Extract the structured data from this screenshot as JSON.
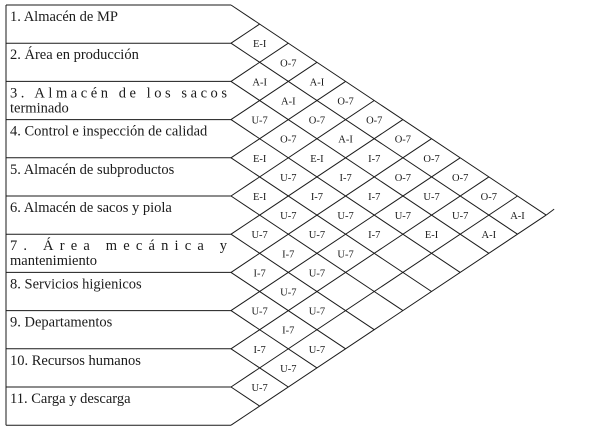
{
  "areas": [
    {
      "label": "1. Almacén de MP"
    },
    {
      "label": "2. Área en producción"
    },
    {
      "label": "3.  Almacén  de  los  sacos",
      "label2": "terminado",
      "justified": true
    },
    {
      "label": "4. Control e inspección de calidad"
    },
    {
      "label": "5. Almacén de subproductos"
    },
    {
      "label": "6. Almacén de sacos y piola"
    },
    {
      "label": "7.     Área      mecánica      y",
      "label2": "mantenimiento",
      "justified": true
    },
    {
      "label": "8. Servicios higienicos"
    },
    {
      "label": "9. Departamentos"
    },
    {
      "label": "10. Recursos humanos"
    },
    {
      "label": "11. Carga y descarga"
    }
  ],
  "relationships": [
    {
      "a": 1,
      "b": 2,
      "code": "E-I"
    },
    {
      "a": 1,
      "b": 3,
      "code": "O-7"
    },
    {
      "a": 1,
      "b": 4,
      "code": "A-I"
    },
    {
      "a": 1,
      "b": 5,
      "code": "O-7"
    },
    {
      "a": 1,
      "b": 6,
      "code": "O-7"
    },
    {
      "a": 1,
      "b": 7,
      "code": "O-7"
    },
    {
      "a": 1,
      "b": 8,
      "code": "O-7"
    },
    {
      "a": 1,
      "b": 9,
      "code": "O-7"
    },
    {
      "a": 1,
      "b": 10,
      "code": "O-7"
    },
    {
      "a": 1,
      "b": 11,
      "code": "A-I"
    },
    {
      "a": 2,
      "b": 3,
      "code": "A-I"
    },
    {
      "a": 2,
      "b": 4,
      "code": "A-I"
    },
    {
      "a": 2,
      "b": 5,
      "code": "O-7"
    },
    {
      "a": 2,
      "b": 6,
      "code": "A-I"
    },
    {
      "a": 2,
      "b": 7,
      "code": "I-7"
    },
    {
      "a": 2,
      "b": 8,
      "code": "O-7"
    },
    {
      "a": 2,
      "b": 9,
      "code": "U-7"
    },
    {
      "a": 2,
      "b": 10,
      "code": "U-7"
    },
    {
      "a": 2,
      "b": 11,
      "code": "A-I"
    },
    {
      "a": 3,
      "b": 4,
      "code": "U-7"
    },
    {
      "a": 3,
      "b": 5,
      "code": "O-7"
    },
    {
      "a": 3,
      "b": 6,
      "code": "E-I"
    },
    {
      "a": 3,
      "b": 7,
      "code": "I-7"
    },
    {
      "a": 3,
      "b": 8,
      "code": "I-7"
    },
    {
      "a": 3,
      "b": 9,
      "code": "U-7"
    },
    {
      "a": 3,
      "b": 10,
      "code": "E-I"
    },
    {
      "a": 4,
      "b": 5,
      "code": "E-I"
    },
    {
      "a": 4,
      "b": 6,
      "code": "U-7"
    },
    {
      "a": 4,
      "b": 7,
      "code": "I-7"
    },
    {
      "a": 4,
      "b": 8,
      "code": "U-7"
    },
    {
      "a": 4,
      "b": 9,
      "code": "I-7"
    },
    {
      "a": 5,
      "b": 6,
      "code": "E-I"
    },
    {
      "a": 5,
      "b": 7,
      "code": "U-7"
    },
    {
      "a": 5,
      "b": 8,
      "code": "U-7"
    },
    {
      "a": 5,
      "b": 9,
      "code": "U-7"
    },
    {
      "a": 6,
      "b": 7,
      "code": "U-7"
    },
    {
      "a": 6,
      "b": 8,
      "code": "I-7"
    },
    {
      "a": 6,
      "b": 9,
      "code": "U-7"
    },
    {
      "a": 7,
      "b": 8,
      "code": "I-7"
    },
    {
      "a": 7,
      "b": 9,
      "code": "U-7"
    },
    {
      "a": 7,
      "b": 10,
      "code": "U-7"
    },
    {
      "a": 8,
      "b": 9,
      "code": "U-7"
    },
    {
      "a": 8,
      "b": 10,
      "code": "I-7"
    },
    {
      "a": 8,
      "b": 11,
      "code": "U-7"
    },
    {
      "a": 9,
      "b": 10,
      "code": "I-7"
    },
    {
      "a": 9,
      "b": 11,
      "code": "U-7"
    },
    {
      "a": 10,
      "b": 11,
      "code": "U-7"
    }
  ]
}
